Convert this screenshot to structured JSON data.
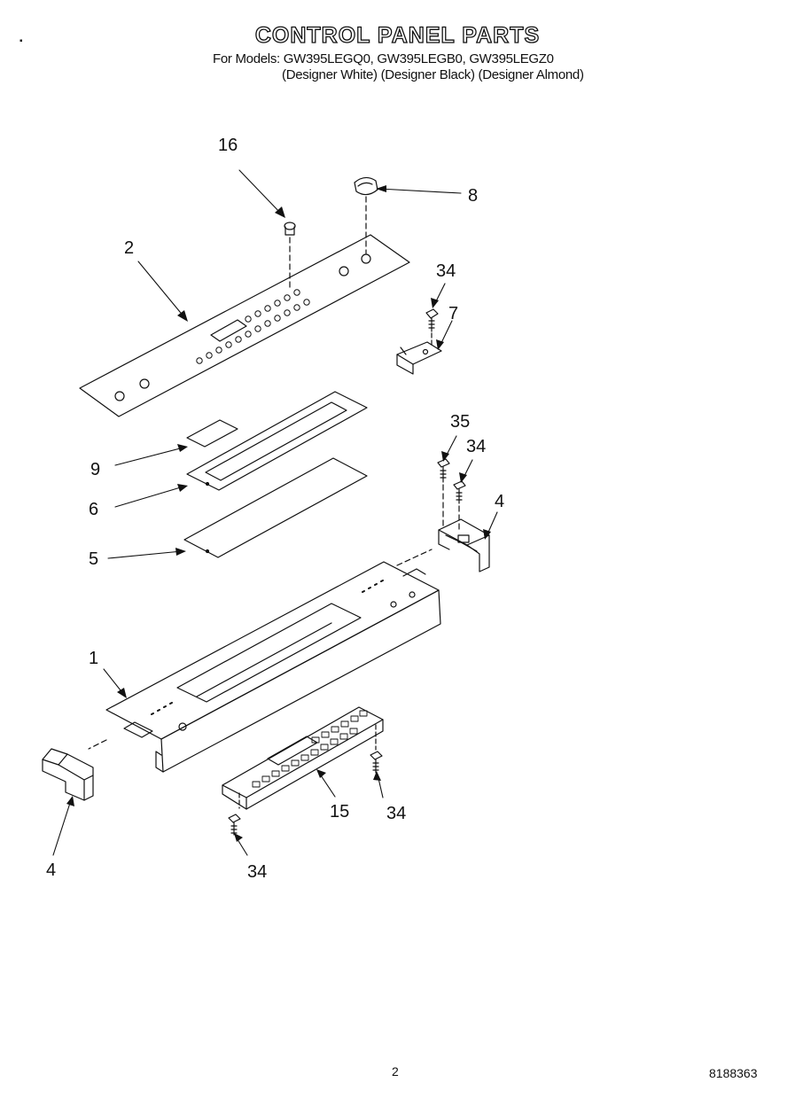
{
  "header": {
    "title": "CONTROL PANEL PARTS",
    "models": "For Models: GW395LEGQ0, GW395LEGB0, GW395LEGZ0",
    "variants": "(Designer White) (Designer Black) (Designer Almond)"
  },
  "callouts": {
    "c16": "16",
    "c8": "8",
    "c2": "2",
    "c34a": "34",
    "c7": "7",
    "c35": "35",
    "c34b": "34",
    "c9": "9",
    "c4a": "4",
    "c6": "6",
    "c5": "5",
    "c1": "1",
    "c15": "15",
    "c34c": "34",
    "c4b": "4",
    "c34d": "34"
  },
  "footer": {
    "page": "2",
    "doc_number": "8188363"
  }
}
